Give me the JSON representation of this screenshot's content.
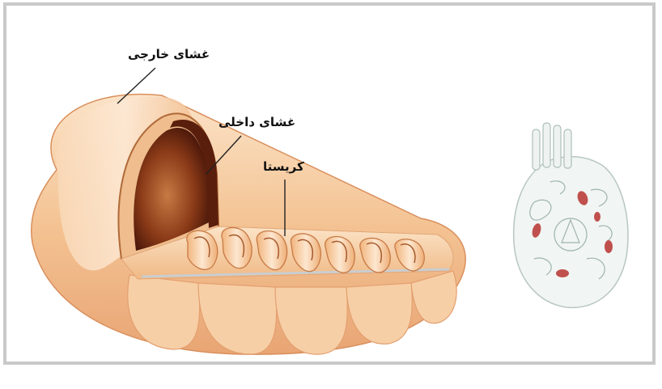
{
  "labels": {
    "outer_membrane": "غشای خارجی",
    "inner_membrane": "غشای داخلی",
    "cristae": "کریستا"
  },
  "colors": {
    "frame_border": "#c9c9c9",
    "membrane_peach": "#f4c79a",
    "membrane_light": "#fbe6cf",
    "matrix_dark": "#7a2e12",
    "cell_outline": "#b8c7c2",
    "mito_red": "#c0504d"
  },
  "icons": [
    "mitochondrion-illustration",
    "cell-illustration"
  ]
}
